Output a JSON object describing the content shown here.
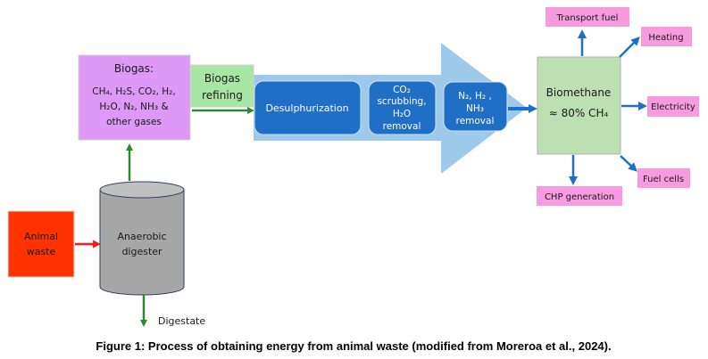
{
  "diagram": {
    "animal_waste": {
      "line1": "Animal",
      "line2": "waste"
    },
    "digester": {
      "line1": "Anaerobic",
      "line2": "digester"
    },
    "digestate": "Digestate",
    "biogas": {
      "title": "Biogas:",
      "line1": "CH₄, H₂S, CO₂, H₂,",
      "line2": "H₂O, N₂, NH₃ &",
      "line3": "other gases"
    },
    "refining": {
      "line1": "Biogas",
      "line2": "refining"
    },
    "steps": [
      {
        "lines": [
          "Desulphurization"
        ]
      },
      {
        "lines": [
          "CO₂",
          "scrubbing,",
          "H₂O",
          "removal"
        ]
      },
      {
        "lines": [
          "N₂, H₂ ,",
          "NH₃",
          "removal"
        ]
      }
    ],
    "biomethane": {
      "title": "Biomethane",
      "content": "≈ 80% CH₄"
    },
    "uses": {
      "transport": "Transport fuel",
      "heating": "Heating",
      "electricity": "Electricity",
      "fuel_cells": "Fuel cells",
      "chp": "CHP generation"
    },
    "colors": {
      "animal_waste": "#ff3300",
      "digester": "#a6a6a6",
      "biogas": "#dd99f5",
      "refining": "#a8e6a3",
      "big_arrow": "#9dc9ea",
      "step": "#1f6fc6",
      "biomethane": "#bde0b2",
      "use": "#f79be0",
      "green_arrow": "#2e8a2e",
      "blue_arrow": "#1f6fc6",
      "red_arrow": "#ff1a1a"
    }
  },
  "caption": "Figure 1: Process of obtaining energy from animal waste (modified from Moreroa et al., 2024)."
}
